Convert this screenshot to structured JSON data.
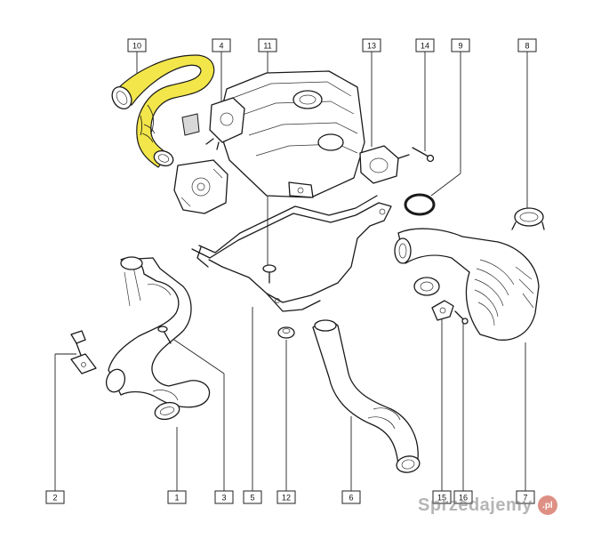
{
  "callouts": [
    {
      "id": "c10",
      "label": "10"
    },
    {
      "id": "c4",
      "label": "4"
    },
    {
      "id": "c11",
      "label": "11"
    },
    {
      "id": "c13",
      "label": "13"
    },
    {
      "id": "c14",
      "label": "14"
    },
    {
      "id": "c9",
      "label": "9"
    },
    {
      "id": "c8",
      "label": "8"
    },
    {
      "id": "c2",
      "label": "2"
    },
    {
      "id": "c1",
      "label": "1"
    },
    {
      "id": "c3",
      "label": "3"
    },
    {
      "id": "c5",
      "label": "5"
    },
    {
      "id": "c12",
      "label": "12"
    },
    {
      "id": "c6",
      "label": "6"
    },
    {
      "id": "c15",
      "label": "15"
    },
    {
      "id": "c16",
      "label": "16"
    },
    {
      "id": "c7",
      "label": "7"
    }
  ],
  "highlight_color": "#f2e64a",
  "watermark": {
    "text": "Sprzedajemy",
    "badge": ".pl"
  }
}
